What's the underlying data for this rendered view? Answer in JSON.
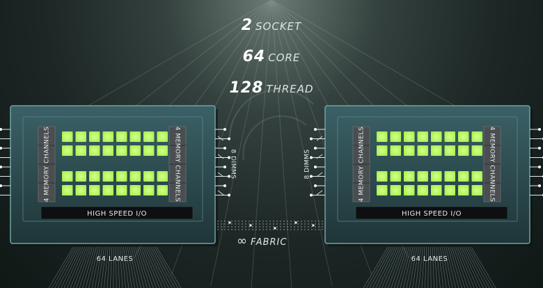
{
  "headline": [
    {
      "number": "2",
      "unit": "SOCKET"
    },
    {
      "number": "64",
      "unit": "CORE"
    },
    {
      "number": "128",
      "unit": "THREAD"
    }
  ],
  "fabric_label": "FABRIC",
  "fabric_icon": "infinity-icon",
  "processors": [
    {
      "io_label": "HIGH SPEED I/O",
      "lanes_label": "64 LANES",
      "memory_left": "4 MEMORY CHANNELS",
      "memory_right": "4 MEMORY CHANNELS",
      "dimms_label": "8 DIMMS"
    },
    {
      "io_label": "HIGH SPEED I/O",
      "lanes_label": "64 LANES",
      "memory_left": "4 MEMORY CHANNELS",
      "memory_right": "4 MEMORY CHANNELS",
      "dimms_label": "8 DIMMS"
    }
  ],
  "colors": {
    "core": "#a8f050",
    "core_glow": "#d6ff8a",
    "package": "#2c4a4f",
    "package_border": "#6fa3a6",
    "channel_block": "#4a4e50",
    "io_bar": "#0d0f10"
  }
}
